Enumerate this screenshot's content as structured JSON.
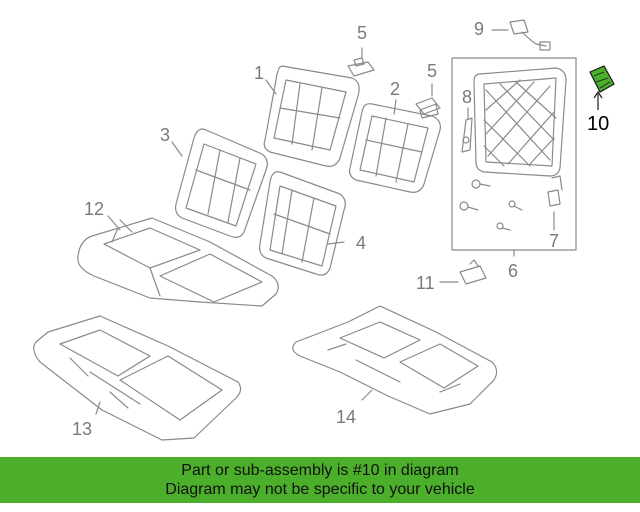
{
  "callouts": {
    "c1": "1",
    "c2": "2",
    "c3": "3",
    "c4": "4",
    "c5a": "5",
    "c5b": "5",
    "c6": "6",
    "c7": "7",
    "c8": "8",
    "c9": "9",
    "c10": "10",
    "c11": "11",
    "c12": "12",
    "c13": "13",
    "c14": "14"
  },
  "banner": {
    "line1": "Part or sub-assembly is #10 in diagram",
    "line2": "Diagram may not be specific to your vehicle",
    "color": "#4caf2b"
  },
  "colors": {
    "line_art": "#8a8a8a",
    "highlight_part": "#4caf2b"
  }
}
